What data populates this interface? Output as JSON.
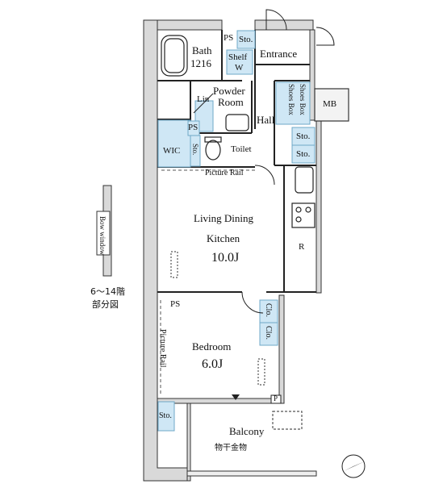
{
  "rooms": {
    "bath": "Bath",
    "bath_size": "1216",
    "entrance": "Entrance",
    "shelf": "Shelf",
    "shelf_w": "W",
    "ps_top": "PS",
    "sto_top": "Sto.",
    "powder_room_line1": "Powder",
    "powder_room_line2": "Room",
    "lin": "Lin",
    "hall": "Hall",
    "shoes_box_left": "Shoes Box",
    "shoes_box_right": "Shoes Box",
    "mb": "MB",
    "ps_wic": "PS",
    "wic": "WIC",
    "sto_wic": "Sto.",
    "toilet": "Toilet",
    "sto_hall_1": "Sto.",
    "sto_hall_2": "Sto.",
    "picture_rail_top": "Picture Rail",
    "ldk_line1": "Living Dining",
    "ldk_line2": "Kitchen",
    "ldk_size": "10.0J",
    "fridge": "R",
    "ps_bedroom": "PS",
    "picture_rail_side": "Picture Rail",
    "clo_1": "Clo.",
    "clo_2": "Clo.",
    "bedroom": "Bedroom",
    "bedroom_size": "6.0J",
    "p_mark": "P",
    "sto_bedroom": "Sto.",
    "balcony": "Balcony",
    "drying_hardware": "物干金物"
  },
  "inset": {
    "bow_window": "Bow window",
    "floors_line1": "6～14階",
    "floors_line2": "部分図"
  },
  "colors": {
    "wall": "#d9d9d9",
    "wall_line": "#333333",
    "storage": "#cfe7f5",
    "storage_line": "#6fa8c8",
    "line": "#222222",
    "dash": "#555555"
  }
}
